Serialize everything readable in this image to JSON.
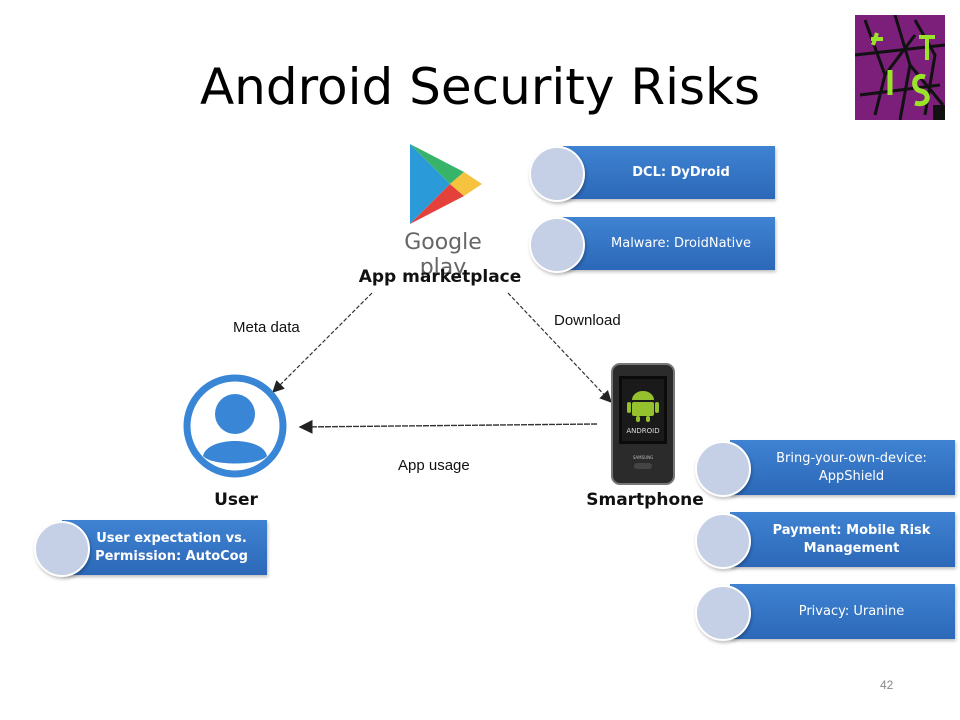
{
  "slide": {
    "title": "Android Security Risks",
    "page_number": "42"
  },
  "nodes": {
    "marketplace": {
      "label": "App marketplace",
      "logo_text": "Google play"
    },
    "user": {
      "label": "User"
    },
    "smartphone": {
      "label": "Smartphone",
      "screen_text": "ANDROID",
      "brand_text": "SAMSUNG"
    }
  },
  "edges": {
    "meta_data": "Meta data",
    "download": "Download",
    "app_usage": "App usage"
  },
  "boxes": {
    "dcl": "DCL: DyDroid",
    "malware": "Malware: DroidNative",
    "user_expectation": "User expectation vs. Permission: AutoCog",
    "byod": "Bring-your-own-device: AppShield",
    "payment": "Payment: Mobile Risk Management",
    "privacy": "Privacy: Uranine"
  },
  "colors": {
    "box_blue": "#3a7bcf",
    "circle_fill": "#c5d0e6",
    "user_icon_blue": "#3a86d6",
    "logo_purple": "#7b1f7a",
    "logo_green": "#9be32a"
  }
}
